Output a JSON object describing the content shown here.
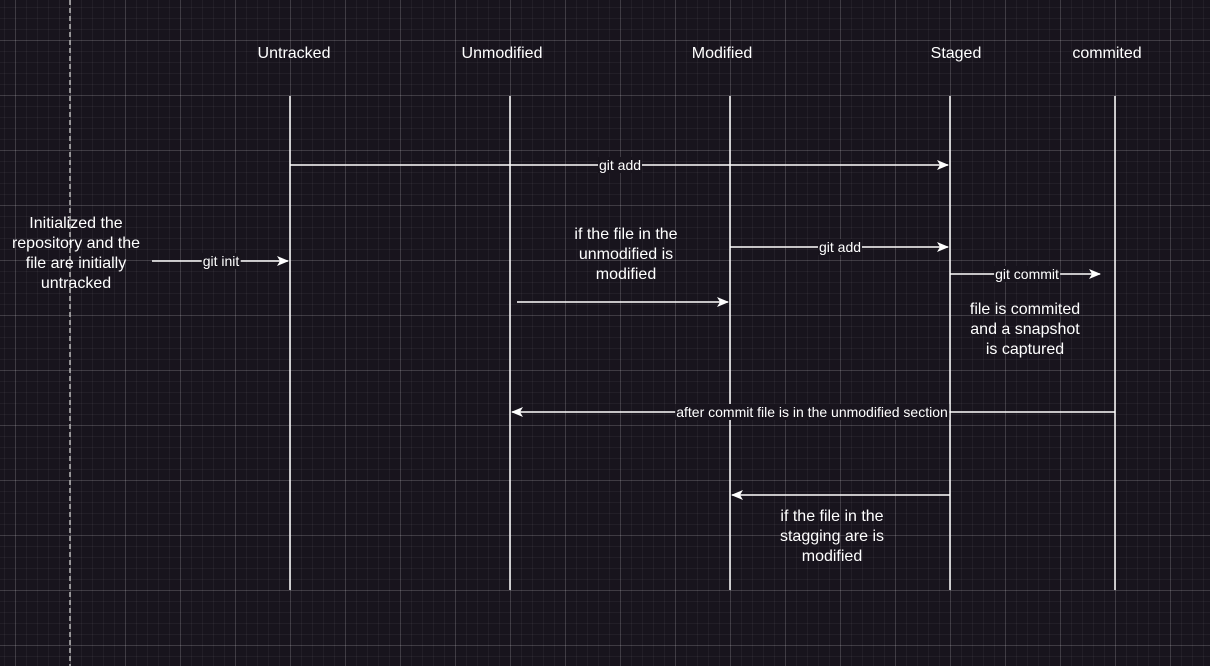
{
  "lanes": [
    "Untracked",
    "Unmodified",
    "Modified",
    "Staged",
    "commited"
  ],
  "notes": {
    "initialized": "Initialized the\nrepository and the\nfile are initially\nuntracked",
    "unmodified_modified": "if the file in the\nunmodified is\nmodified",
    "commit_snapshot": "file is commited\nand a snapshot\nis captured",
    "staging_modified": "if the file in the\nstagging are is\nmodified"
  },
  "arrows": {
    "git_add_untracked": "git add",
    "git_init": "git init",
    "git_add_modified": "git add",
    "git_commit": "git commit",
    "after_commit": "after commit file is in the unmodified section"
  },
  "colors": {
    "background": "#18141d",
    "line": "#ffffff",
    "grid": "#3a3640"
  }
}
